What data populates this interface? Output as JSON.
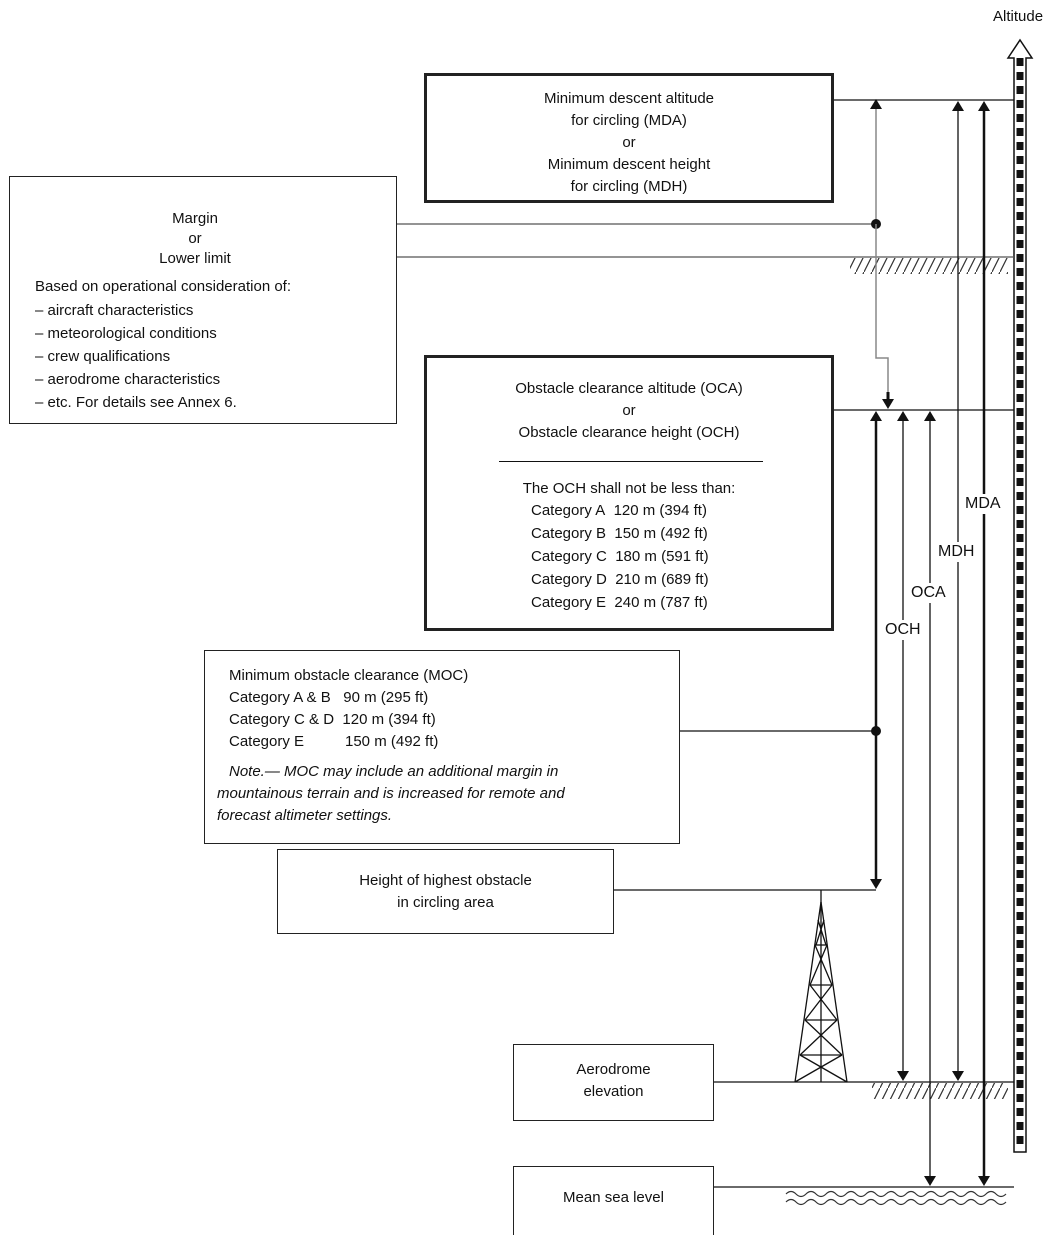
{
  "axis": {
    "label": "Altitude"
  },
  "mda_box": {
    "lines": [
      "Minimum descent altitude",
      "for circling (MDA)",
      "or",
      "Minimum descent height",
      "for circling (MDH)"
    ]
  },
  "margin_box": {
    "title_lines": [
      "Margin",
      "or",
      "Lower limit"
    ],
    "intro": "Based on operational consideration of:",
    "items": [
      "– aircraft characteristics",
      "– meteorological conditions",
      "– crew qualifications",
      "– aerodrome characteristics",
      "– etc. For details see Annex 6."
    ]
  },
  "oca_box": {
    "title_lines": [
      "Obstacle clearance altitude (OCA)",
      "or",
      "Obstacle clearance height (OCH)"
    ],
    "intro": "The OCH shall not be less than:",
    "categories": [
      {
        "cat": "Category  A",
        "val": "120 m (394 ft)"
      },
      {
        "cat": "Category  B",
        "val": "150 m (492 ft)"
      },
      {
        "cat": "Category  C",
        "val": "180 m (591 ft)"
      },
      {
        "cat": "Category  D",
        "val": "210 m (689 ft)"
      },
      {
        "cat": "Category  E",
        "val": "240 m (787 ft)"
      }
    ]
  },
  "moc_box": {
    "title": "Minimum obstacle clearance (MOC)",
    "rows": [
      {
        "cat": "Category  A  &  B",
        "val": "90 m (295 ft)"
      },
      {
        "cat": "Category  C  &  D",
        "val": "120 m (394 ft)"
      },
      {
        "cat": "Category  E",
        "val": "150 m (492 ft)"
      }
    ],
    "note_lines": [
      "Note.— MOC may include an additional margin in",
      "mountainous terrain and is increased for remote and",
      "forecast altimeter settings."
    ]
  },
  "obstacle_box": {
    "lines": [
      "Height of highest obstacle",
      "in circling area"
    ]
  },
  "aerodrome_box": {
    "lines": [
      "Aerodrome",
      "elevation"
    ]
  },
  "msl_box": {
    "label": "Mean sea level"
  },
  "vertical_labels": {
    "och": "OCH",
    "oca": "OCA",
    "mdh": "MDH",
    "mda": "MDA"
  }
}
